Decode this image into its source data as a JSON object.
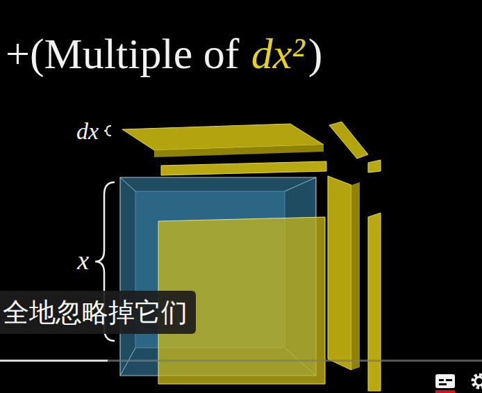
{
  "diagram": {
    "labels": [
      "+(Multiple of",
      "dx²",
      ")",
      "dx",
      "x",
      "全地忽略掉它们"
    ]
  }
}
